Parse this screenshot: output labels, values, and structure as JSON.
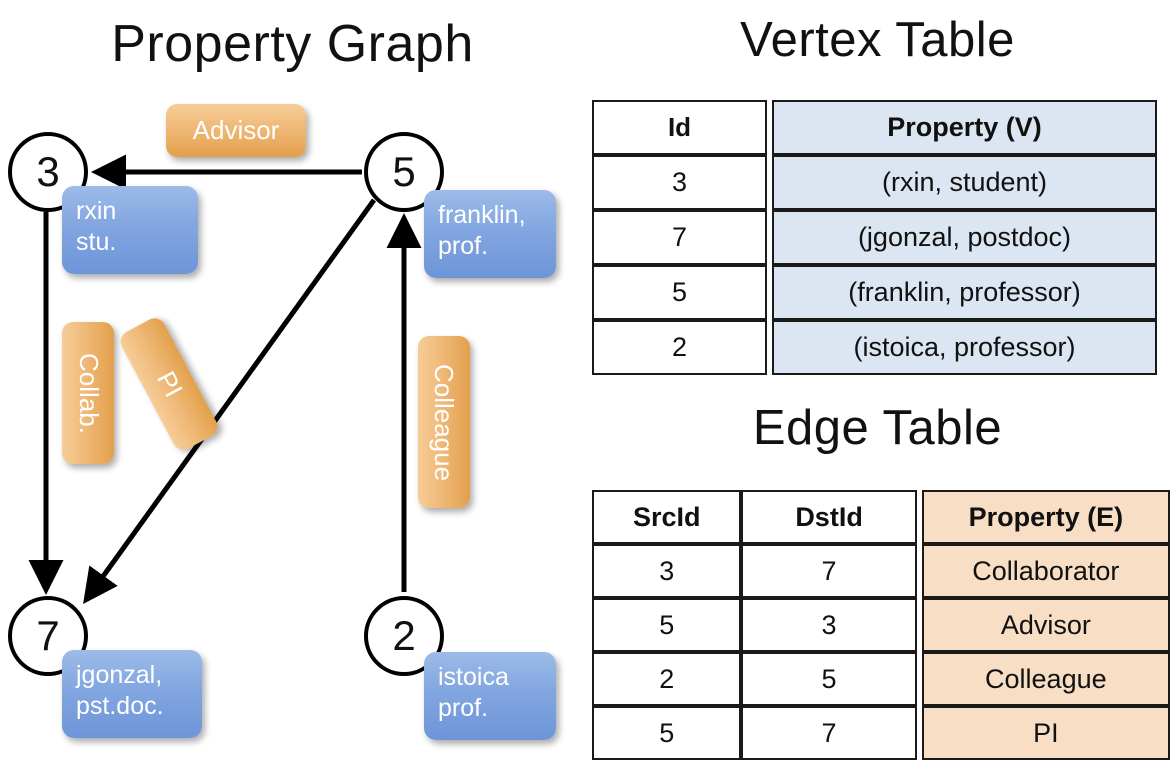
{
  "titles": {
    "property_graph": "Property Graph",
    "vertex_table": "Vertex Table",
    "edge_table": "Edge Table"
  },
  "graph": {
    "nodes": [
      {
        "id": "3",
        "property_label": "rxin\nstu."
      },
      {
        "id": "5",
        "property_label": "franklin,\nprof."
      },
      {
        "id": "7",
        "property_label": "jgonzal,\npst.doc."
      },
      {
        "id": "2",
        "property_label": "istoica\nprof."
      }
    ],
    "node_labels": {
      "n3": "3",
      "n5": "5",
      "n7": "7",
      "n2": "2"
    },
    "vertex_props": {
      "rxin_line1": "rxin",
      "rxin_line2": "stu.",
      "franklin_line1": "franklin,",
      "franklin_line2": "prof.",
      "jgonzal_line1": "jgonzal,",
      "jgonzal_line2": "pst.doc.",
      "istoica_line1": "istoica",
      "istoica_line2": "prof."
    },
    "edge_labels": {
      "advisor": "Advisor",
      "collab": "Collab.",
      "pi": "PI",
      "colleague": "Colleague"
    },
    "edges": [
      {
        "from": "5",
        "to": "3",
        "label": "Advisor"
      },
      {
        "from": "3",
        "to": "7",
        "label": "Collab."
      },
      {
        "from": "5",
        "to": "7",
        "label": "PI"
      },
      {
        "from": "2",
        "to": "5",
        "label": "Colleague"
      }
    ]
  },
  "vertex_table": {
    "headers": [
      "Id",
      "Property (V)"
    ],
    "rows": [
      {
        "id": "3",
        "property": "(rxin, student)"
      },
      {
        "id": "7",
        "property": "(jgonzal, postdoc)"
      },
      {
        "id": "5",
        "property": "(franklin, professor)"
      },
      {
        "id": "2",
        "property": "(istoica, professor)"
      }
    ]
  },
  "edge_table": {
    "headers": [
      "SrcId",
      "DstId",
      "Property (E)"
    ],
    "rows": [
      {
        "src": "3",
        "dst": "7",
        "property": "Collaborator"
      },
      {
        "src": "5",
        "dst": "3",
        "property": "Advisor"
      },
      {
        "src": "2",
        "dst": "5",
        "property": "Colleague"
      },
      {
        "src": "5",
        "dst": "7",
        "property": "PI"
      }
    ]
  },
  "colors": {
    "vertex_header_fill": "#dce6f2",
    "edge_header_fill": "#f7dec5",
    "vertex_callout": "#7b9fdd",
    "edge_callout": "#eaa95c",
    "border": "#1a1a1a"
  }
}
